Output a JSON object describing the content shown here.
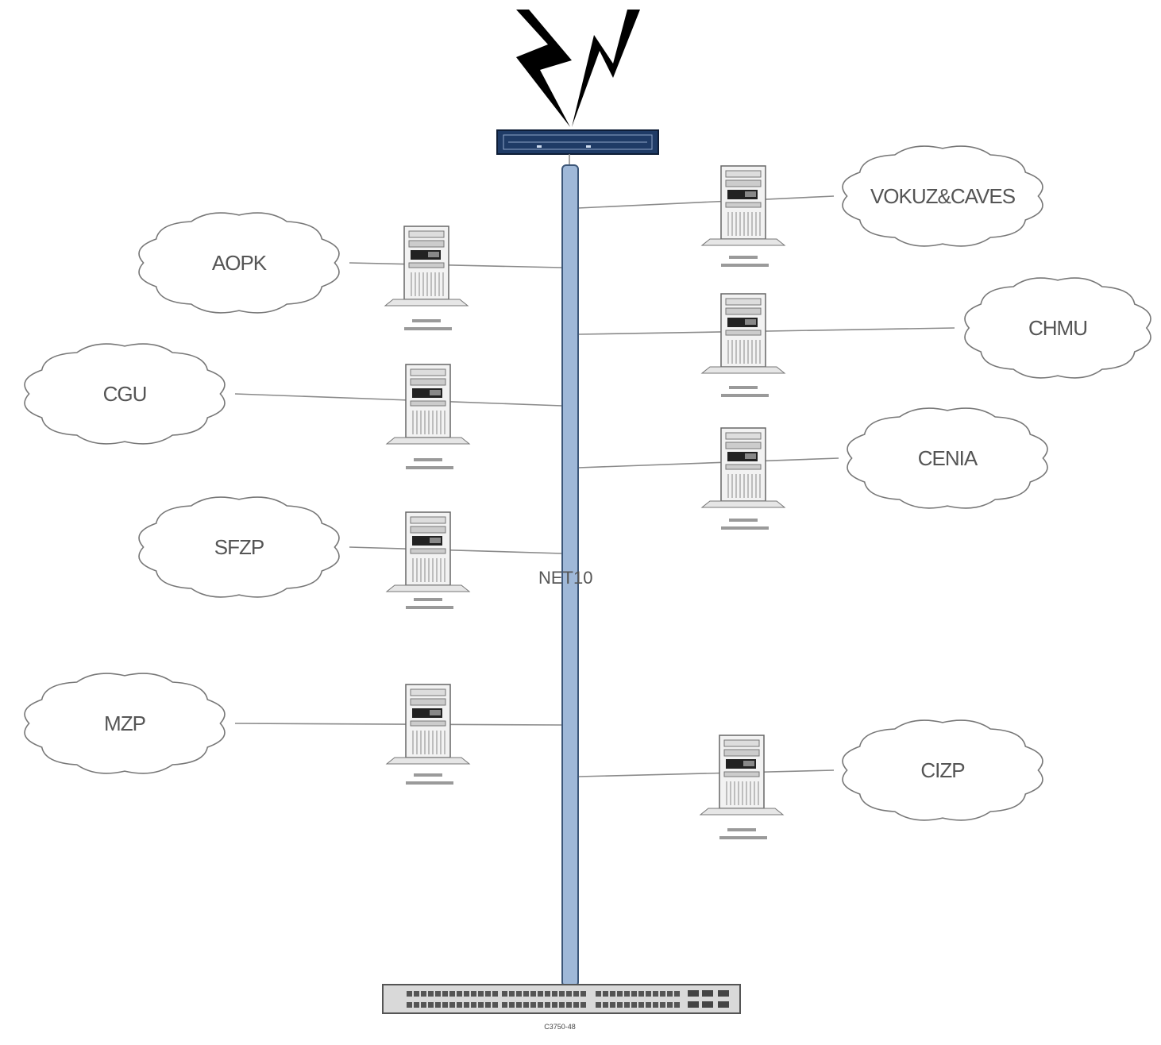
{
  "diagram": {
    "bus_label": "NET10",
    "switch_label": "C3750-48",
    "switch_sublabel": "",
    "server_labels_legible": false,
    "colors": {
      "bus_fill": "#9fb8d8",
      "bus_stroke": "#3c5678",
      "router": "#1f3b66",
      "lightning": "#000000",
      "cloud_stroke": "#777777"
    },
    "left_clouds": [
      {
        "id": "aopk",
        "label": "AOPK"
      },
      {
        "id": "cgu",
        "label": "CGU"
      },
      {
        "id": "sfzp",
        "label": "SFZP"
      },
      {
        "id": "mzp",
        "label": "MZP"
      }
    ],
    "right_clouds": [
      {
        "id": "vokuz",
        "label": "VOKUZ&CAVES"
      },
      {
        "id": "chmu",
        "label": "CHMU"
      },
      {
        "id": "cenia",
        "label": "CENIA"
      },
      {
        "id": "cizp",
        "label": "CIZP"
      }
    ]
  }
}
